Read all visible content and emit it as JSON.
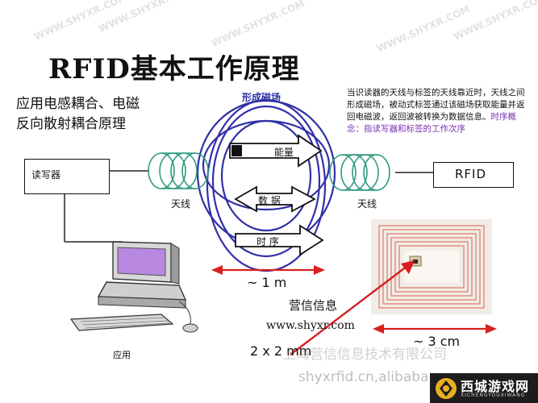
{
  "title": "RFID基本工作原理",
  "subtitle_lines": [
    "应用电感耦合、电磁",
    "反向散射耦合原理"
  ],
  "description": {
    "text": "当识读器的天线与标签的天线靠近时，天线之间形成磁场，被动式标签通过该磁场获取能量并返回电磁波，返回波被转换为数据信息。",
    "link": "时序概念：指读写器和标签的工作次序"
  },
  "diagram": {
    "field_label": "形成磁场",
    "arrows": [
      "能量",
      "数 据",
      "时 序"
    ],
    "antenna_left": "天线",
    "antenna_right": "天线",
    "reader_box": "读写器",
    "tag_box": "RFID",
    "distance": "~ 1 m",
    "pc_label": "应用"
  },
  "tag_photo": {
    "width_label": "~ 3 cm",
    "size_label": "2 x 2 mm",
    "company_name": "营信信息",
    "website": "www.shyxr.com"
  },
  "watermarks": {
    "diagonal": "WWW.SHYXR.COM",
    "company": "上海营信信息技术有限公司",
    "bottom_site": "shyxrfid.cn,alibaba.com"
  },
  "brand": {
    "name": "西城游戏网",
    "sub": "XICHENGYOUXIWANG"
  },
  "colors": {
    "field_blue": "#3030a8",
    "antenna_green": "#2f9a7e",
    "arrow_red": "#d81f1f",
    "link_purple": "#7a2fb0"
  }
}
